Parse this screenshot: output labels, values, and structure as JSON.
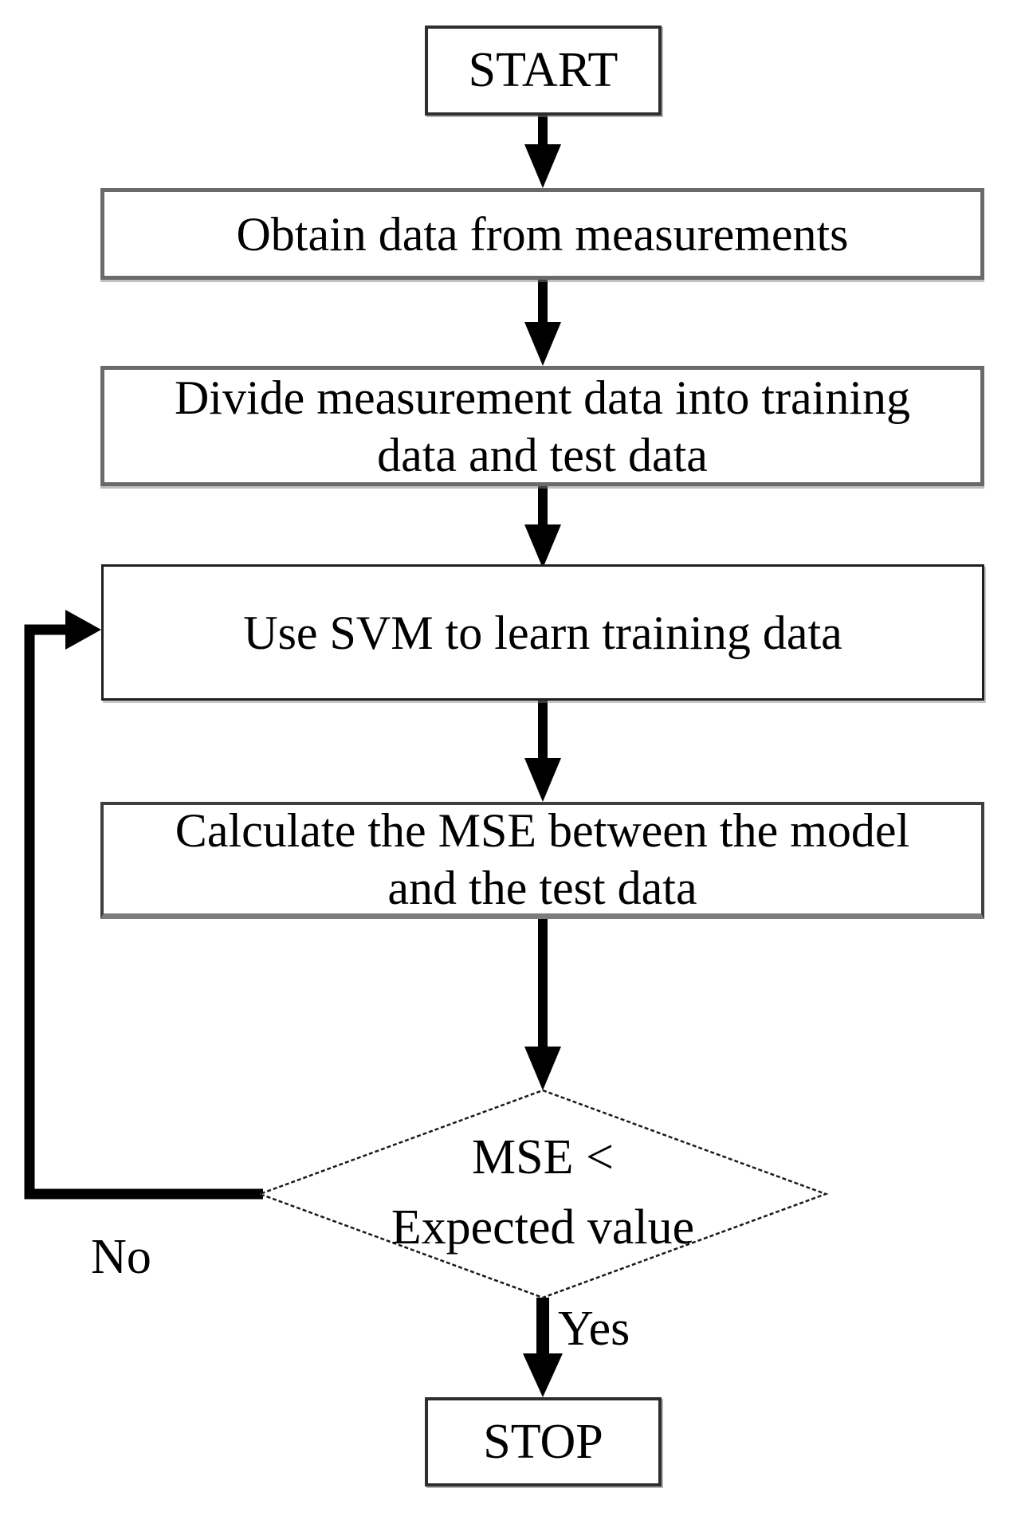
{
  "diagram": {
    "type": "flowchart",
    "background_color": "#ffffff",
    "stroke_color": "#000000",
    "nodes": {
      "start": {
        "label": "START"
      },
      "obtain": {
        "line1": "Obtain data from measurements"
      },
      "divide": {
        "line1": "Divide measurement data into training",
        "line2": "data and test data"
      },
      "svm": {
        "line1": "Use SVM to learn training data"
      },
      "calculate": {
        "line1": "Calculate the MSE between the model",
        "line2": "and the test data"
      },
      "decision": {
        "line1": "MSE <",
        "line2": "Expected value"
      },
      "stop": {
        "label": "STOP"
      }
    },
    "edge_labels": {
      "no": "No",
      "yes": "Yes"
    },
    "edges": [
      {
        "from": "start",
        "to": "obtain"
      },
      {
        "from": "obtain",
        "to": "divide"
      },
      {
        "from": "divide",
        "to": "svm"
      },
      {
        "from": "svm",
        "to": "calculate"
      },
      {
        "from": "calculate",
        "to": "decision"
      },
      {
        "from": "decision",
        "to": "stop",
        "label": "Yes"
      },
      {
        "from": "decision",
        "to": "svm",
        "label": "No"
      }
    ]
  }
}
